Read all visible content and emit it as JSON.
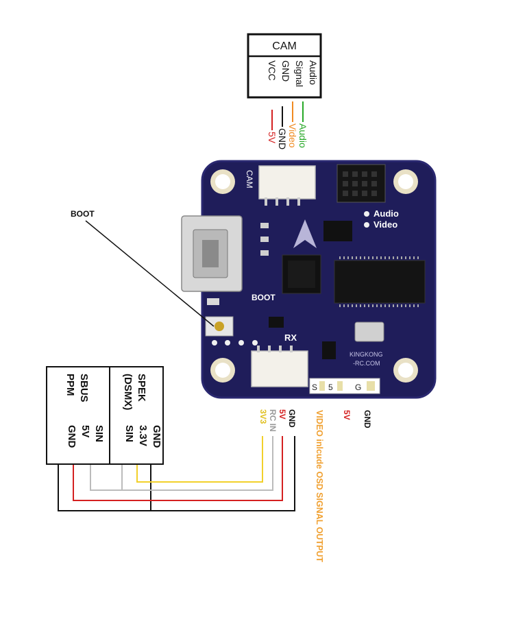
{
  "cam": {
    "title": "CAM",
    "pins": [
      "Audio",
      "Signal",
      "GND",
      "VCC"
    ],
    "wires": [
      "Audio",
      "Video",
      "GND",
      "5V"
    ]
  },
  "board": {
    "cam_label": "CAM",
    "audio_label": "Audio",
    "video_label": "Video",
    "boot_silk": "BOOT",
    "rx_label": "RX",
    "brand_line1": "KINGKONG",
    "brand_line2": "-RC.COM",
    "osd_pins": [
      "S",
      "5",
      "G"
    ]
  },
  "boot_callout": "BOOT",
  "sbus_box": {
    "col1": [
      "SBUS",
      "PPM"
    ],
    "col2": [
      "SIN",
      "5V",
      "GND"
    ]
  },
  "spek_box": {
    "col1": [
      "SPEK",
      "(DSMX)"
    ],
    "col2": [
      "GND",
      "3.3V",
      "SIN"
    ]
  },
  "rx_wires": [
    "GND",
    "5V",
    "RC IN",
    "3V3"
  ],
  "video_output_label": "VIDEO inlcude OSD SIGNAL OUTPUT",
  "osd_5v": "5V",
  "osd_gnd": "GND",
  "colors": {
    "board": "#1f1d5a",
    "board_edge": "#2a2870",
    "wire_red": "#d42020",
    "wire_black": "#111111",
    "wire_orange": "#f08a20",
    "wire_green": "#27a827",
    "wire_yellow": "#f2d02a",
    "wire_gray": "#bbbbbb",
    "video_text": "#f0a030"
  }
}
